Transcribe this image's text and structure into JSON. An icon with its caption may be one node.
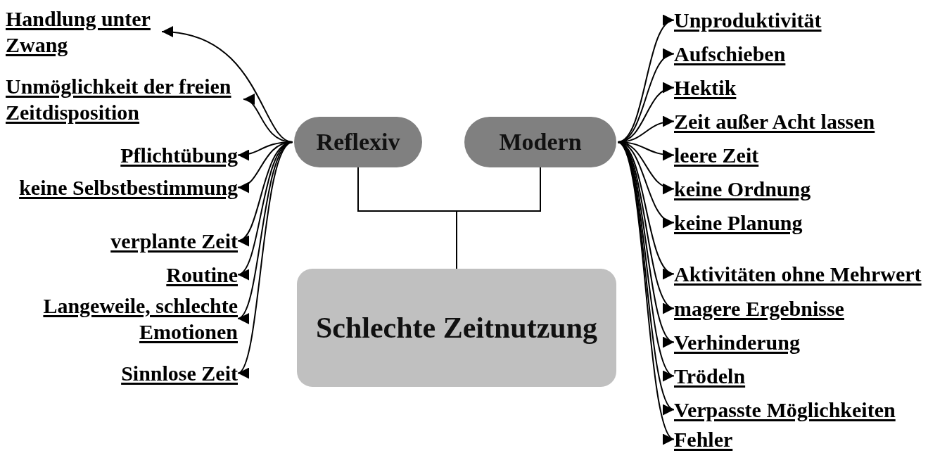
{
  "diagram": {
    "nodes": [
      {
        "text": [
          "Reflexiv"
        ]
      },
      {
        "text": [
          "Modern"
        ]
      },
      {
        "text": [
          "Schlechte Zeitnutzung"
        ]
      },
      {
        "text": [
          "Handlung unter Zwang"
        ]
      },
      {
        "text": [
          "Unmöglichkeit der freien Zeitdisposition"
        ]
      },
      {
        "text": [
          "Pflichtübung"
        ]
      },
      {
        "text": [
          "keine Selbstbestimmung"
        ]
      },
      {
        "text": [
          "verplante Zeit"
        ]
      },
      {
        "text": [
          "Routine"
        ]
      },
      {
        "text": [
          "Langeweile, schlechte Emotionen"
        ]
      },
      {
        "text": [
          "Sinnlose Zeit"
        ]
      },
      {
        "text": [
          "Unproduktivität"
        ]
      },
      {
        "text": [
          "Aufschieben"
        ]
      },
      {
        "text": [
          "Hektik"
        ]
      },
      {
        "text": [
          "Zeit außer Acht lassen"
        ]
      },
      {
        "text": [
          "leere Zeit"
        ]
      },
      {
        "text": [
          "keine Ordnung"
        ]
      },
      {
        "text": [
          "keine Planung"
        ]
      },
      {
        "text": [
          "Aktivitäten ohne Mehrwert"
        ]
      },
      {
        "text": [
          "magere Ergebnisse"
        ]
      },
      {
        "text": [
          "Verhinderung"
        ]
      },
      {
        "text": [
          "Trödeln"
        ]
      },
      {
        "text": [
          "Verpasste Möglichkeiten"
        ]
      },
      {
        "text": [
          "Fehler"
        ]
      }
    ],
    "edges": [
      {
        "from": 0,
        "to": 2,
        "arrow": "none"
      },
      {
        "from": 1,
        "to": 2,
        "arrow": "none"
      },
      {
        "from": 0,
        "to": 3,
        "arrow": "to"
      },
      {
        "from": 0,
        "to": 4,
        "arrow": "to"
      },
      {
        "from": 0,
        "to": 5,
        "arrow": "to"
      },
      {
        "from": 0,
        "to": 6,
        "arrow": "to"
      },
      {
        "from": 0,
        "to": 7,
        "arrow": "to"
      },
      {
        "from": 0,
        "to": 8,
        "arrow": "to"
      },
      {
        "from": 0,
        "to": 9,
        "arrow": "to"
      },
      {
        "from": 0,
        "to": 10,
        "arrow": "to"
      },
      {
        "from": 1,
        "to": 11,
        "arrow": "to"
      },
      {
        "from": 1,
        "to": 12,
        "arrow": "to"
      },
      {
        "from": 1,
        "to": 13,
        "arrow": "to"
      },
      {
        "from": 1,
        "to": 14,
        "arrow": "to"
      },
      {
        "from": 1,
        "to": 15,
        "arrow": "to"
      },
      {
        "from": 1,
        "to": 16,
        "arrow": "to"
      },
      {
        "from": 1,
        "to": 17,
        "arrow": "to"
      },
      {
        "from": 1,
        "to": 18,
        "arrow": "to"
      },
      {
        "from": 1,
        "to": 19,
        "arrow": "to"
      },
      {
        "from": 1,
        "to": 20,
        "arrow": "to"
      },
      {
        "from": 1,
        "to": 21,
        "arrow": "to"
      },
      {
        "from": 1,
        "to": 22,
        "arrow": "to"
      },
      {
        "from": 1,
        "to": 23,
        "arrow": "to"
      }
    ]
  }
}
